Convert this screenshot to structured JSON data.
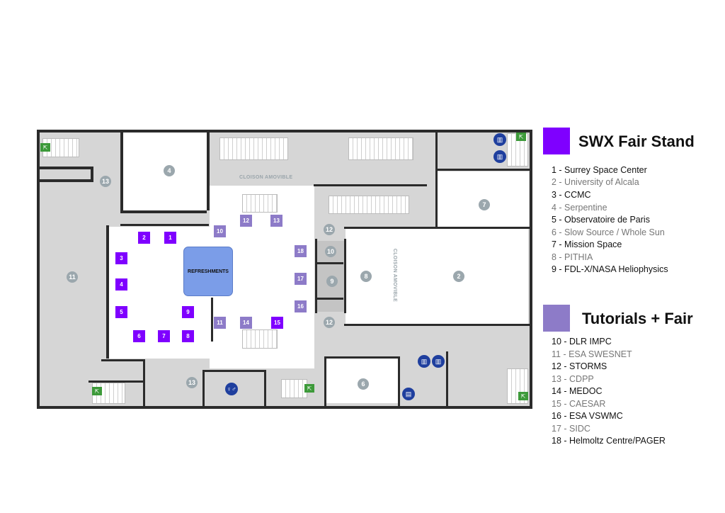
{
  "legend": {
    "swx": {
      "title": "SWX Fair Stand",
      "color": "#7f00ff",
      "items": [
        "1 - Surrey Space Center",
        "2 - University of Alcala",
        "3 - CCMC",
        "4 - Serpentine",
        "5 - Observatoire de Paris",
        "6 - Slow Source / Whole Sun",
        "7 - Mission Space",
        "8 - PITHIA",
        "9 - FDL-X/NASA Heliophysics"
      ]
    },
    "tutorials": {
      "title": "Tutorials + Fair",
      "color": "#8d7bc8",
      "items": [
        "10 - DLR IMPC",
        "11 - ESA SWESNET",
        "12 - STORMS",
        "13 - CDPP",
        "14 - MEDOC",
        "15 - CAESAR",
        "16 - ESA VSWMC",
        "17 - SIDC",
        "18 - Helmoltz Centre/PAGER"
      ]
    }
  },
  "plan": {
    "refreshments": "REFRESHMENTS",
    "cloison": "CLOISON AMOVIBLE",
    "swx_stands": [
      "1",
      "2",
      "3",
      "4",
      "5",
      "6",
      "7",
      "8",
      "9"
    ],
    "tutorial_stands": [
      "10",
      "11",
      "12",
      "13",
      "14",
      "15",
      "16",
      "17",
      "18"
    ],
    "rooms": [
      "4",
      "13",
      "11",
      "13",
      "12",
      "10",
      "9",
      "12",
      "8",
      "2",
      "7",
      "6"
    ]
  }
}
